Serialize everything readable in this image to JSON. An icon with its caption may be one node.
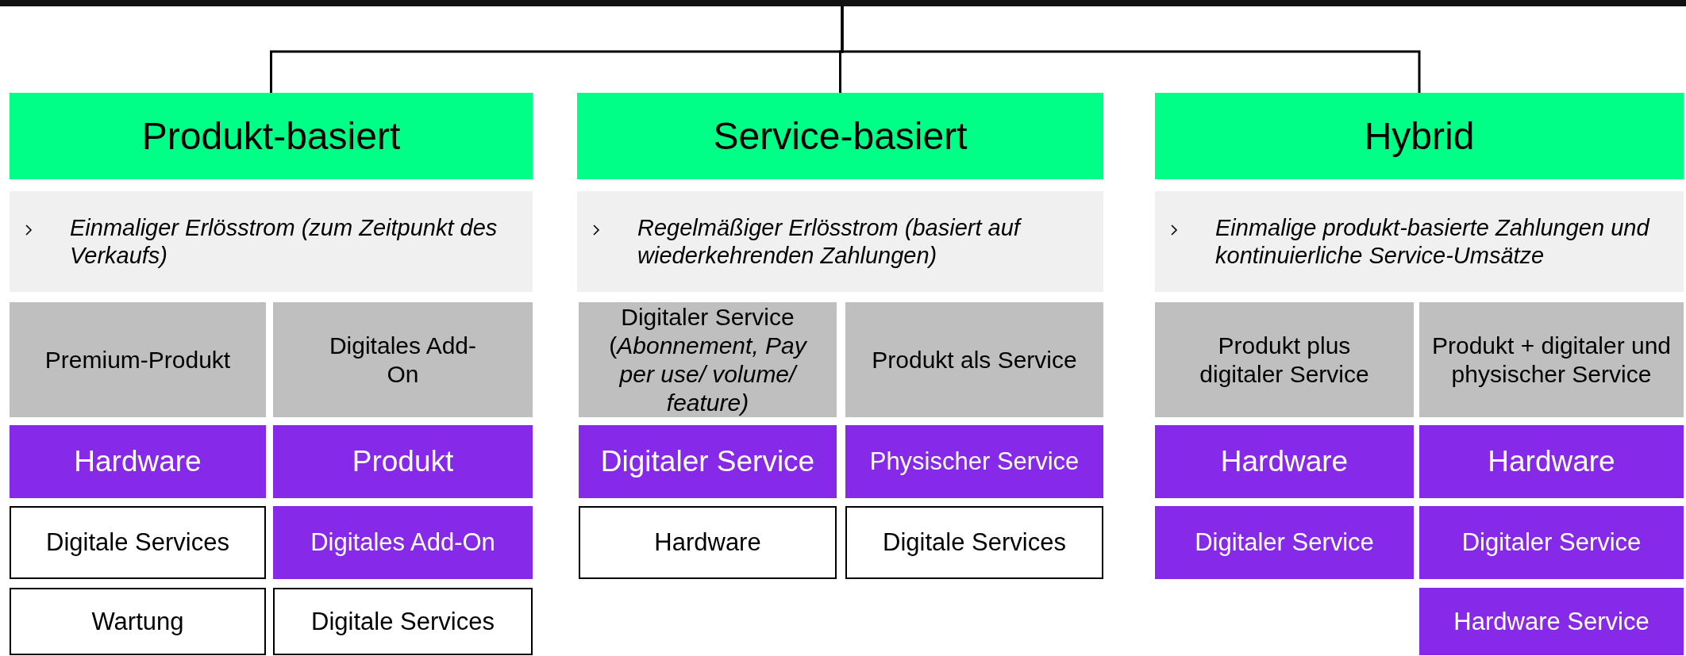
{
  "diagram": {
    "nodes": [
      {
        "text": [],
        "shape": "bar"
      },
      {
        "text": [
          "Produkt-basiert"
        ]
      },
      {
        "text": [
          "Service-basiert"
        ]
      },
      {
        "text": [
          "Hybrid"
        ]
      },
      {
        "text": [
          "Einmaliger Erlösstrom (zum Zeitpunkt des Verkaufs)"
        ]
      },
      {
        "text": [
          "Regelmäßiger Erlösstrom (basiert auf wiederkehrenden Zahlungen)"
        ]
      },
      {
        "text": [
          "Einmalige produkt-basierte Zahlungen und kontinuierliche Service-Umsätze"
        ]
      },
      {
        "text": [
          "Premium-Produkt"
        ]
      },
      {
        "text": [
          "Digitales Add-On"
        ]
      },
      {
        "text": [
          "Digitaler Service (*Abonnement, Pay per use/ volume/ feature)*"
        ]
      },
      {
        "text": [
          "Produkt als Service"
        ]
      },
      {
        "text": [
          "Produkt plus digitaler Service"
        ]
      },
      {
        "text": [
          "Produkt + digitaler und physischer Service"
        ]
      },
      {
        "text": [
          "Hardware"
        ]
      },
      {
        "text": [
          "Produkt"
        ]
      },
      {
        "text": [
          "Digitaler Service"
        ]
      },
      {
        "text": [
          "Physischer Service"
        ]
      },
      {
        "text": [
          "Hardware"
        ]
      },
      {
        "text": [
          "Hardware"
        ]
      },
      {
        "text": [
          "Digitale Services"
        ]
      },
      {
        "text": [
          "Digitales Add-On"
        ]
      },
      {
        "text": [
          "Hardware"
        ]
      },
      {
        "text": [
          "Digitale Services"
        ]
      },
      {
        "text": [
          "Digitaler Service"
        ]
      },
      {
        "text": [
          "Digitaler Service"
        ]
      },
      {
        "text": [
          "Wartung"
        ]
      },
      {
        "text": [
          "Digitale Services"
        ]
      },
      {
        "text": [
          "Hardware Service"
        ]
      }
    ],
    "edges": [
      {
        "from": 0,
        "to": 1,
        "arrow": "none"
      },
      {
        "from": 0,
        "to": 2,
        "arrow": "none"
      },
      {
        "from": 0,
        "to": 3,
        "arrow": "none"
      }
    ]
  }
}
